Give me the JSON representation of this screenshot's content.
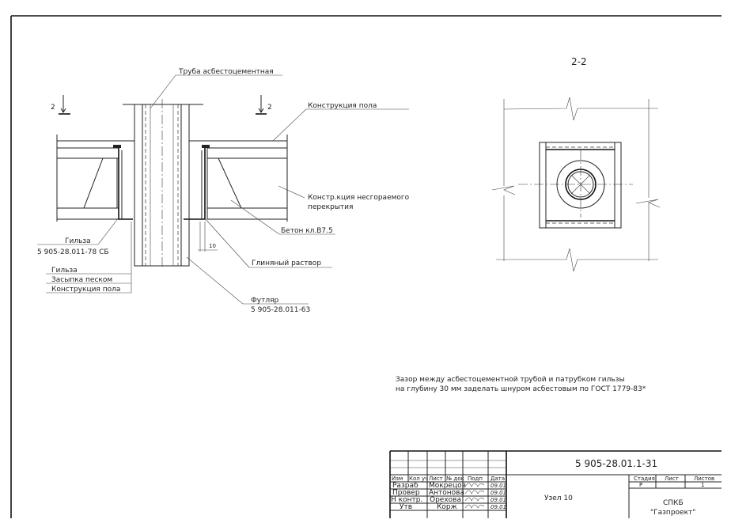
{
  "drawing": {
    "section_mark_left": "2",
    "section_mark_right": "2",
    "labels": {
      "pipe": "Труба асбестоцементная",
      "floor": "Конструкция пола",
      "slab_1": "Констр.кция несгораемого",
      "slab_2": "перекрытия",
      "concrete": "Бетон кл.В7.5",
      "dimension": "10",
      "clay": "Глиняный раствор",
      "sleeve": "Гильза",
      "sleeve_code": "5 905-28.011-78 СБ",
      "case": "Футляр",
      "case_code": "5 905-28.011-63"
    },
    "layers": [
      "Гильза",
      "Засыпка песком",
      "Конструкция пола"
    ],
    "section_title": "2-2",
    "note_1": "Зазор между асбестоцементной трубой и патрубком гильзы",
    "note_2": "на глубину 30 мм заделать шнуром асбестовым по ГОСТ 1779-83*"
  },
  "title_block": {
    "doc_code": "5 905-28.01.1-31",
    "headers": [
      "Изм",
      "Кол уч",
      "Лист",
      "№ док",
      "Подп",
      "Дата"
    ],
    "rows": [
      {
        "role": "Разраб",
        "name": "Мокрецов",
        "date": "09.01"
      },
      {
        "role": "Провер",
        "name": "Антонова",
        "date": "09.01"
      },
      {
        "role": "Н контр.",
        "name": "Орехова",
        "date": "09.01"
      },
      {
        "role": "Утв",
        "name": "Корж",
        "date": "09.01"
      }
    ],
    "item_name": "Узел 10",
    "stage_label": "Стадия",
    "sheet_label": "Лист",
    "sheets_label": "Листов",
    "stage": "Р",
    "sheets": "1",
    "org_1": "СПКБ",
    "org_2": "\"Газпроект\""
  }
}
